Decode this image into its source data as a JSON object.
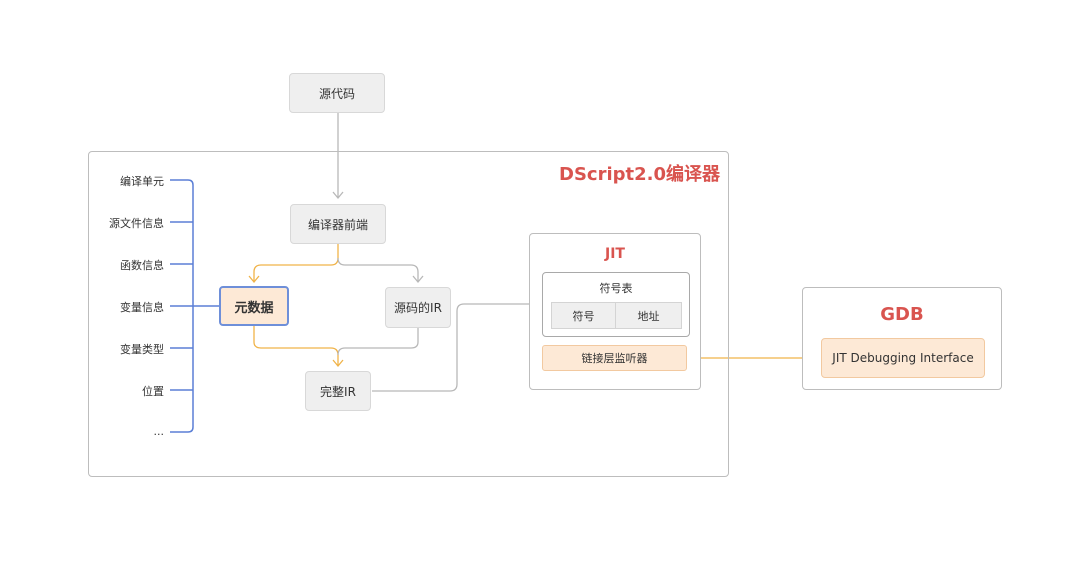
{
  "compiler": {
    "title": "DScript2.0编译器"
  },
  "nodes": {
    "source_code": "源代码",
    "frontend": "编译器前端",
    "metadata": "元数据",
    "source_ir": "源码的IR",
    "full_ir": "完整IR"
  },
  "metadata_items": [
    "编译单元",
    "源文件信息",
    "函数信息",
    "变量信息",
    "变量类型",
    "位置",
    "..."
  ],
  "jit": {
    "title": "JIT",
    "symbol_table": {
      "title": "符号表",
      "col_symbol": "符号",
      "col_address": "地址"
    },
    "linker_listener": "链接层监听器"
  },
  "gdb": {
    "title": "GDB",
    "interface": "JIT Debugging Interface"
  },
  "colors": {
    "accent_red": "#d9544f",
    "arrow_gray": "#b8b8b8",
    "arrow_orange": "#f0b349",
    "bracket_blue": "#5b7fd6",
    "highlight_fill": "#fde9d6"
  }
}
